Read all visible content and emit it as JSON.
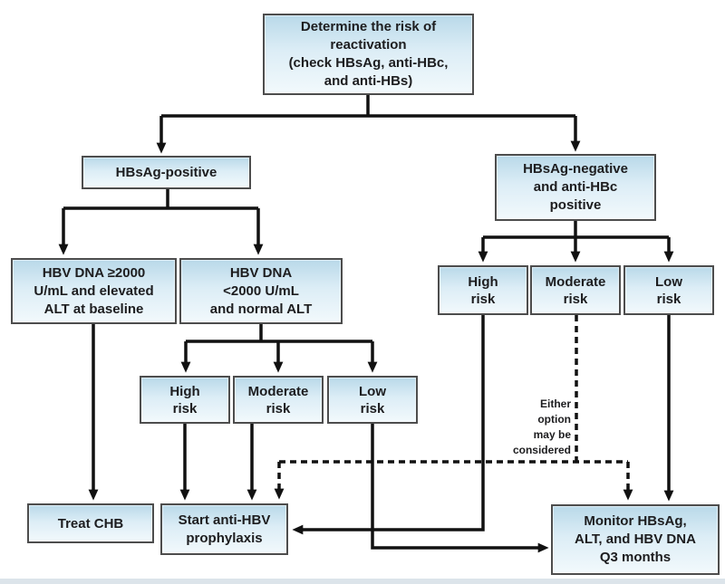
{
  "figure": {
    "type": "flowchart",
    "topic": "Determine the risk of HBV reactivation",
    "nodes": {
      "root": "Determine the risk of\nreactivation\n(check HBsAg, anti-HBc,\nand anti-HBs)",
      "hbsag_positive": "HBsAg-positive",
      "hbsag_negative": "HBsAg-negative\nand anti-HBc\npositive",
      "dna_high": "HBV DNA ≥2000\nU/mL and elevated\nALT at baseline",
      "dna_low": "HBV DNA\n<2000 U/mL\nand normal ALT",
      "mid_high": "High\nrisk",
      "mid_moderate": "Moderate\nrisk",
      "mid_low": "Low\nrisk",
      "right_high": "High\nrisk",
      "right_moderate": "Moderate\nrisk",
      "right_low": "Low\nrisk",
      "treat_chb": "Treat CHB",
      "prophylaxis": "Start anti-HBV\nprophylaxis",
      "monitor": "Monitor HBsAg,\nALT, and HBV DNA\nQ3 months"
    },
    "note": "Either\noption\nmay be\nconsidered",
    "edges": [
      {
        "from": "root",
        "to": "hbsag_positive",
        "style": "solid"
      },
      {
        "from": "root",
        "to": "hbsag_negative",
        "style": "solid"
      },
      {
        "from": "hbsag_positive",
        "to": "dna_high",
        "style": "solid"
      },
      {
        "from": "hbsag_positive",
        "to": "dna_low",
        "style": "solid"
      },
      {
        "from": "dna_high",
        "to": "treat_chb",
        "style": "solid"
      },
      {
        "from": "dna_low",
        "to": "mid_high",
        "style": "solid"
      },
      {
        "from": "dna_low",
        "to": "mid_moderate",
        "style": "solid"
      },
      {
        "from": "dna_low",
        "to": "mid_low",
        "style": "solid"
      },
      {
        "from": "mid_high",
        "to": "prophylaxis",
        "style": "solid"
      },
      {
        "from": "mid_moderate",
        "to": "prophylaxis",
        "style": "solid"
      },
      {
        "from": "mid_low",
        "to": "monitor",
        "style": "solid"
      },
      {
        "from": "hbsag_negative",
        "to": "right_high",
        "style": "solid"
      },
      {
        "from": "hbsag_negative",
        "to": "right_moderate",
        "style": "solid"
      },
      {
        "from": "hbsag_negative",
        "to": "right_low",
        "style": "solid"
      },
      {
        "from": "right_high",
        "to": "prophylaxis",
        "style": "solid"
      },
      {
        "from": "right_moderate",
        "to": "prophylaxis",
        "style": "dashed",
        "note": "Either option may be considered"
      },
      {
        "from": "right_moderate",
        "to": "monitor",
        "style": "dashed",
        "note": "Either option may be considered"
      },
      {
        "from": "right_low",
        "to": "monitor",
        "style": "solid"
      }
    ],
    "colors": {
      "node_fill_top": "#b9d9e9",
      "node_fill_bottom": "#f2f9fc",
      "node_border": "#4d4d4d",
      "arrow": "#111111",
      "text": "#1d1d1f",
      "background": "#ffffff",
      "bottom_bar": "#dce4ea"
    }
  }
}
